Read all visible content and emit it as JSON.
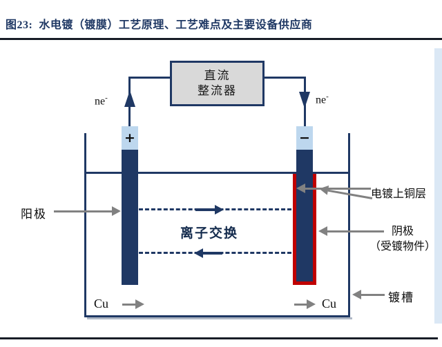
{
  "header": {
    "figure_label": "图23:",
    "title": "水电镀（镀膜）工艺原理、工艺难点及主要设备供应商"
  },
  "rectifier": {
    "line1": "直流",
    "line2": "整流器"
  },
  "electron_labels": {
    "left_base": "ne",
    "left_sup": "-",
    "right_base": "ne",
    "right_sup": "-"
  },
  "electrodes": {
    "anode_sign": "+",
    "cathode_sign": "−"
  },
  "labels": {
    "anode": "阳极",
    "ion_exchange": "离子交换",
    "copper_layer": "电镀上铜层",
    "cathode_line1": "阴极",
    "cathode_line2": "（受镀物件）",
    "tank": "镀槽",
    "cu_left": "Cu",
    "cu_right": "Cu"
  },
  "colors": {
    "navy": "#1f3864",
    "electrode_cap_blue": "#bdd7ee",
    "copper_red": "#c00000",
    "pointer_gray": "#818181",
    "rectifier_fill": "#d9d9d9",
    "title_navy": "#1f3864",
    "side_strip_blue": "#dbe8f5"
  }
}
